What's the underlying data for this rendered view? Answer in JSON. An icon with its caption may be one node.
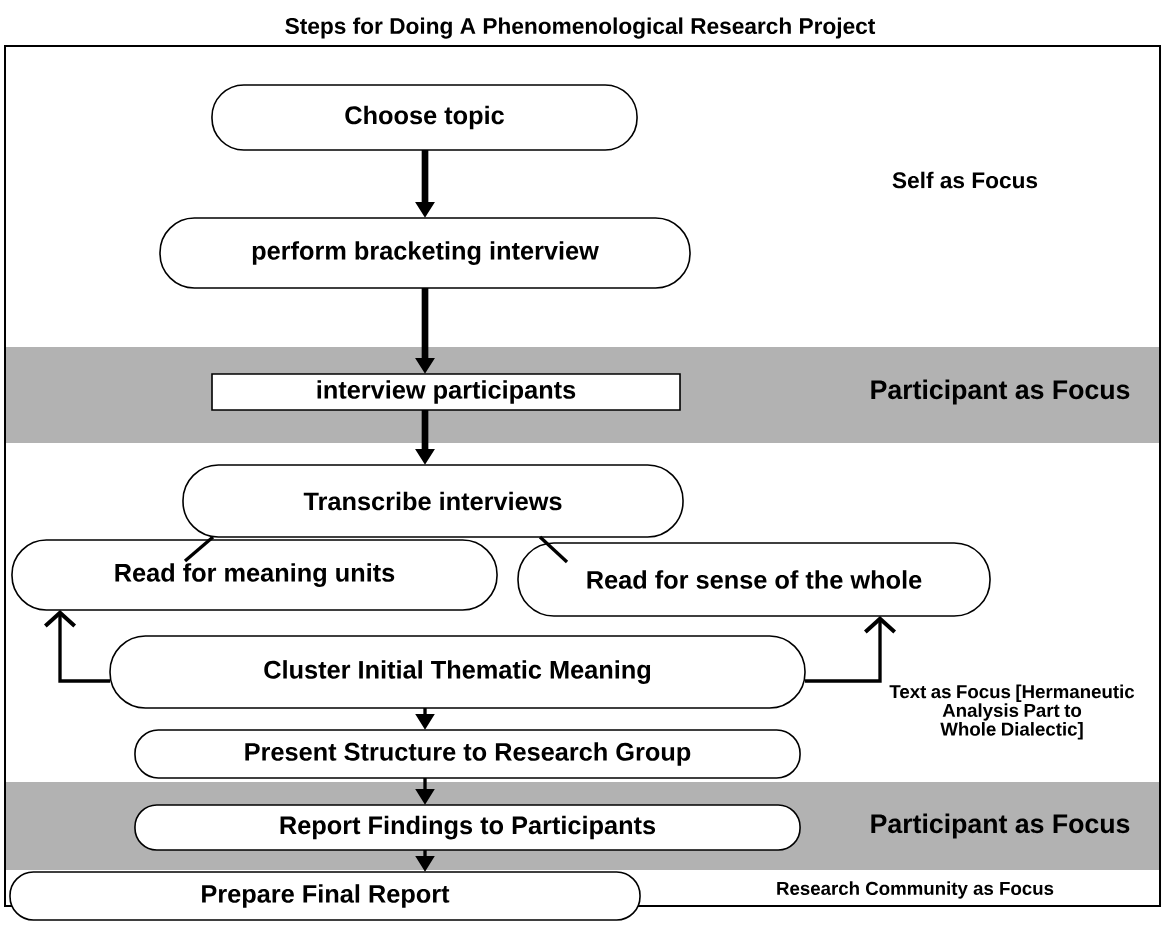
{
  "diagram": {
    "title": "Steps for Doing A Phenomenological Research Project",
    "nodes": [
      {
        "text": [
          "Choose topic"
        ]
      },
      {
        "text": [
          "perform bracketing interview"
        ]
      },
      {
        "text": [
          "interview participants"
        ]
      },
      {
        "text": [
          "Transcribe interviews"
        ]
      },
      {
        "text": [
          "Read for meaning units"
        ]
      },
      {
        "text": [
          "Read for sense of the whole"
        ]
      },
      {
        "text": [
          "Cluster Initial Thematic Meaning"
        ]
      },
      {
        "text": [
          "Present Structure to Research Group"
        ]
      },
      {
        "text": [
          "Report Findings to Participants"
        ]
      },
      {
        "text": [
          "Prepare Final Report"
        ]
      }
    ],
    "edges": [
      {
        "from": 0,
        "to": 1,
        "arrow": "to",
        "style": "thick"
      },
      {
        "from": 1,
        "to": 2,
        "arrow": "to",
        "style": "thick"
      },
      {
        "from": 2,
        "to": 3,
        "arrow": "to",
        "style": "thick"
      },
      {
        "from": 3,
        "to": 4,
        "arrow": "none"
      },
      {
        "from": 3,
        "to": 5,
        "arrow": "none"
      },
      {
        "from": 6,
        "to": 4,
        "arrow": "to"
      },
      {
        "from": 6,
        "to": 5,
        "arrow": "to"
      },
      {
        "from": 6,
        "to": 7,
        "arrow": "to"
      },
      {
        "from": 7,
        "to": 8,
        "arrow": "to"
      },
      {
        "from": 8,
        "to": 9,
        "arrow": "to"
      }
    ],
    "labels": [
      "Self as Focus",
      "Participant as Focus",
      "Text as Focus [Hermaneutic Analysis Part to Whole Dialectic]",
      "Participant as Focus",
      "Research Community as Focus"
    ]
  }
}
